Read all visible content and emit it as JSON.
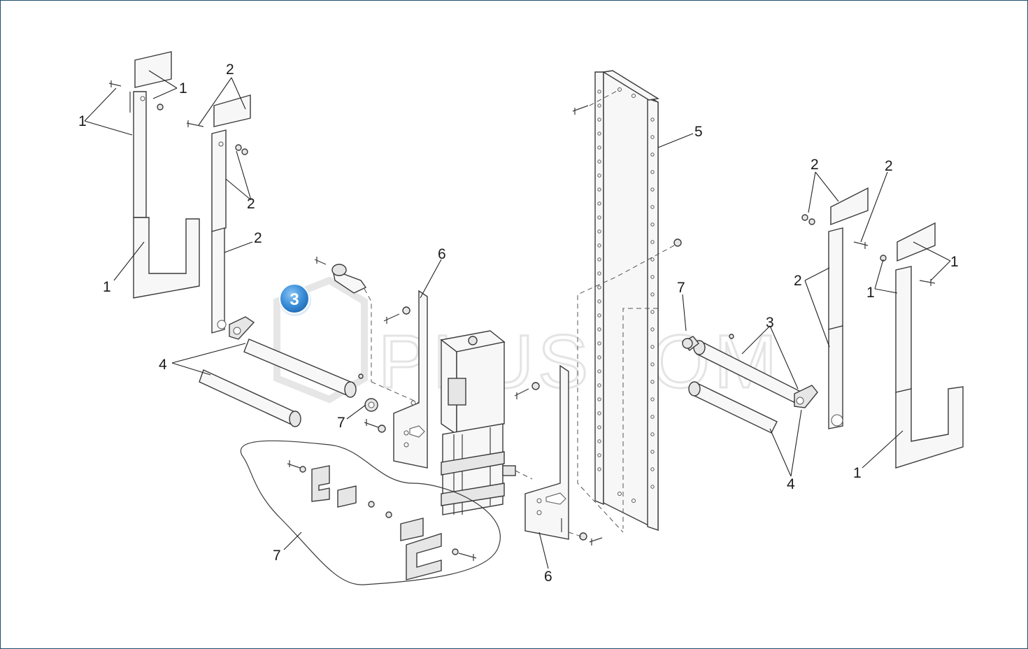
{
  "watermark": "PLUSCOM",
  "hotspot": {
    "label": "3",
    "color": "#3b8fd9"
  },
  "callouts": {
    "c01": "1",
    "c02": "1",
    "c03": "2",
    "c04": "2",
    "c05": "2",
    "c06": "1",
    "c07": "4",
    "c08": "6",
    "c09": "7",
    "c10": "7",
    "c11": "6",
    "c12": "5",
    "c13": "7",
    "c14": "3",
    "c15": "2",
    "c16": "2",
    "c17": "2",
    "c18": "1",
    "c19": "1",
    "c20": "4",
    "c21": "1"
  }
}
